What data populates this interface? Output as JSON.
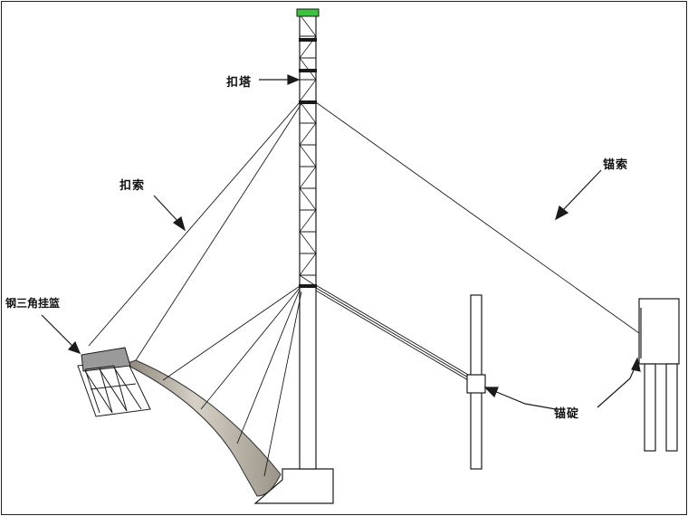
{
  "labels": {
    "tower": "扣塔",
    "tie_back_cable": "扣索",
    "anchor_cable": "锚索",
    "steel_triangle_cradle": "钢三角挂篮",
    "anchor_block": "锚碇"
  },
  "colors": {
    "line": "#1a1a1a",
    "arch_fill": "#bdb8ad",
    "arch_dark": "#6e685e",
    "tower_top_accent": "#3fbf3f",
    "background": "#ffffff"
  }
}
